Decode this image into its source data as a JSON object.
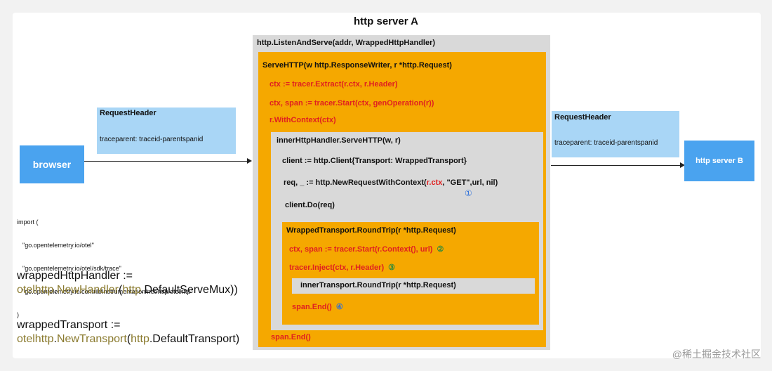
{
  "title": "http server A",
  "browser": {
    "label": "browser"
  },
  "server_b": {
    "label": "http server B"
  },
  "left_header": {
    "name": "RequestHeader",
    "value": "traceparent: traceid-parentspanid"
  },
  "right_header": {
    "name": "RequestHeader",
    "value": "traceparent: traceid-parentspanid"
  },
  "imports": {
    "open": "import (",
    "lines": [
      "\"go.opentelemetry.io/otel\"",
      "\"go.opentelemetry.io/otel/sdk/trace\"",
      "\"go.opentelemetry.io/contrib/instrumentation/net/http/otelhttp\""
    ],
    "close": ")"
  },
  "handler_code": {
    "line1": "wrappedHttpHandler :=",
    "pkg": "otelhttp",
    "dot1": ".",
    "fn": "NewHandler",
    "paren_open": "(",
    "arg_pkg": "http",
    "arg": ".DefaultServeMux))"
  },
  "transport_code": {
    "line1": "wrappedTransport :=",
    "pkg": "otelhttp",
    "dot1": ".",
    "fn": "NewTransport",
    "paren_open": "(",
    "arg_pkg": "http",
    "arg": ".DefaultTransport)"
  },
  "listen": "http.ListenAndServe(addr, WrappedHttpHandler)",
  "serve": {
    "header": "ServeHTTP(w http.ResponseWriter, r *http.Request)",
    "ctx_extract": "ctx := tracer.Extract(r.ctx, r.Header)",
    "ctx_start": "ctx, span := tracer.Start(ctx, genOperation(r))",
    "with_context": "r.WithContext(ctx)",
    "span_end": "span.End()"
  },
  "inner": {
    "header": "innerHttpHandler.ServeHTTP(w, r)",
    "client": "client := http.Client{Transport: WrappedTransport}",
    "req_prefix": "req, _ := http.NewRequestWithContext(",
    "req_red": "r.ctx",
    "req_suffix": ", \"GET\",url, nil)",
    "marker1": "①",
    "do": "client.Do(req)"
  },
  "roundtrip": {
    "header": "WrappedTransport.RoundTrip(r *http.Request)",
    "ctx_start": "ctx, span := tracer.Start(r.Context(), url)",
    "marker2": "②",
    "inject": "tracer.Inject(ctx, r.Header)",
    "marker3": "③",
    "inner_rt": "innerTransport.RoundTrip(r *http.Request)",
    "span_end": "span.End()",
    "marker4": "④"
  },
  "watermark": "@稀土掘金技术社区",
  "colors": {
    "orange": "#f5a800",
    "grey": "#d9d9d9",
    "blue": "#4aa3ef",
    "light_blue": "#a9d6f6",
    "red": "#e02020"
  }
}
